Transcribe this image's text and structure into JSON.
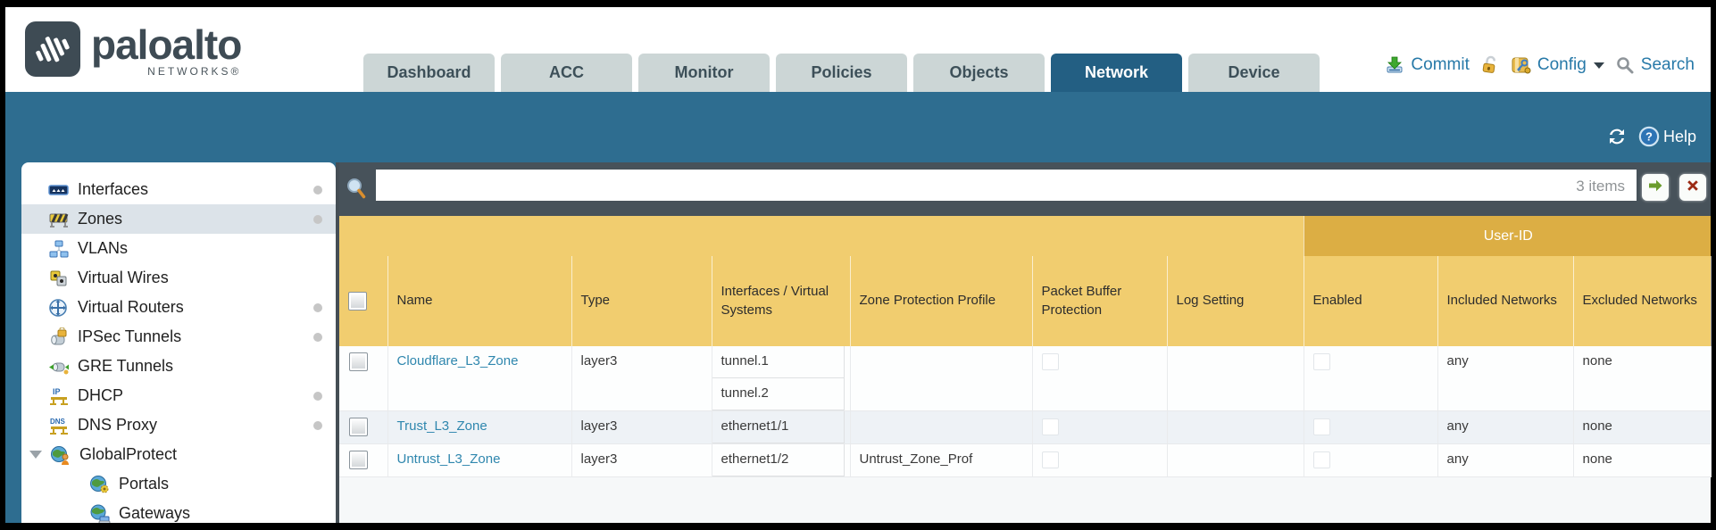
{
  "brand": {
    "wordmark": "paloalto",
    "networks": "NETWORKS®"
  },
  "nav": {
    "tabs": [
      "Dashboard",
      "ACC",
      "Monitor",
      "Policies",
      "Objects",
      "Network",
      "Device"
    ]
  },
  "actions": {
    "commit": "Commit",
    "config": "Config",
    "search": "Search"
  },
  "utility": {
    "help": "Help"
  },
  "sidebar": {
    "items": [
      "Interfaces",
      "Zones",
      "VLANs",
      "Virtual Wires",
      "Virtual Routers",
      "IPSec Tunnels",
      "GRE Tunnels",
      "DHCP",
      "DNS Proxy",
      "GlobalProtect",
      "Portals",
      "Gateways"
    ]
  },
  "filterbar": {
    "value": "",
    "count": "3 items"
  },
  "table": {
    "group_header": "User-ID",
    "columns": [
      "Name",
      "Type",
      "Interfaces / Virtual Systems",
      "Zone Protection Profile",
      "Packet Buffer Protection",
      "Log Setting",
      "Enabled",
      "Included Networks",
      "Excluded Networks"
    ],
    "rows": [
      {
        "name": "Cloudflare_L3_Zone",
        "type": "layer3",
        "interfaces": [
          "tunnel.1",
          "tunnel.2"
        ],
        "zone_protection_profile": "",
        "log_setting": "",
        "included_networks": "any",
        "excluded_networks": "none"
      },
      {
        "name": "Trust_L3_Zone",
        "type": "layer3",
        "interfaces": [
          "ethernet1/1"
        ],
        "zone_protection_profile": "",
        "log_setting": "",
        "included_networks": "any",
        "excluded_networks": "none"
      },
      {
        "name": "Untrust_L3_Zone",
        "type": "layer3",
        "interfaces": [
          "ethernet1/2"
        ],
        "zone_protection_profile": "Untrust_Zone_Prof",
        "log_setting": "",
        "included_networks": "any",
        "excluded_networks": "none"
      }
    ]
  },
  "colors": {
    "teal-band": "#2e6d90",
    "active-tab": "#235f83",
    "header-gold": "#f1cd6f",
    "userid-gold": "#dcae44",
    "link-blue": "#2f87ae",
    "bar-slate": "#47525a"
  }
}
